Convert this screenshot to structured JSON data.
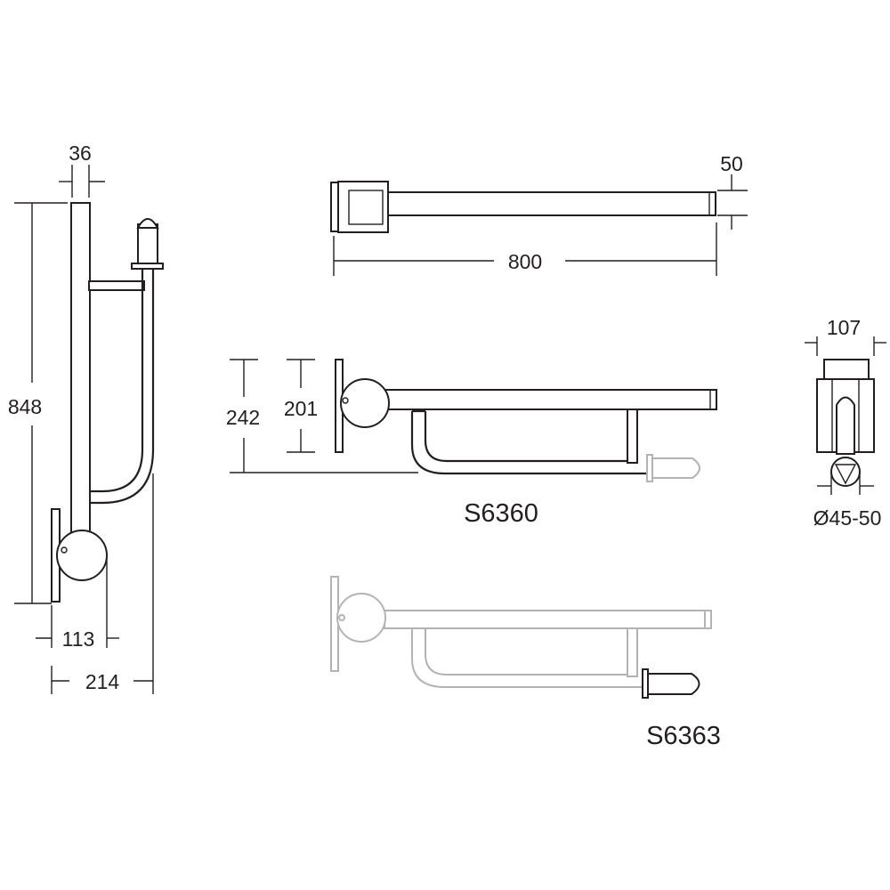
{
  "dimensions": {
    "side_top_width": "36",
    "side_height": "848",
    "side_wall_offset": "113",
    "side_depth": "214",
    "top_end_width": "50",
    "top_length": "800",
    "front_height_outer": "242",
    "front_height_inner": "201",
    "end_width": "107",
    "end_diameter": "Ø45-50"
  },
  "models": {
    "primary": "S6360",
    "variant": "S6363"
  },
  "colors": {
    "line": "#231f20",
    "ghost": "#b3b3b3",
    "background": "#ffffff"
  }
}
